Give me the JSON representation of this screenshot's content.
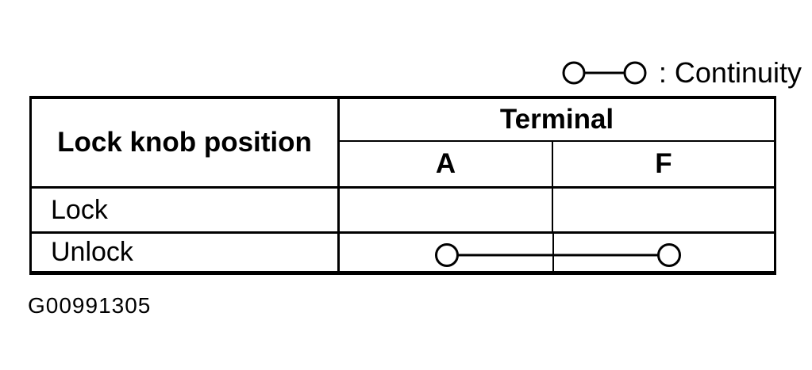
{
  "page": {
    "background": "#ffffff",
    "ink_color": "#000000",
    "kind": "service-manual continuity table scan"
  },
  "legend": {
    "symbol_icon": "continuity-symbol",
    "label": ": Continuity"
  },
  "table": {
    "row_header_column": "Lock knob position",
    "terminal_group_header": "Terminal",
    "terminal_columns": [
      "A",
      "F"
    ],
    "rows": [
      {
        "position": "Lock",
        "continuity_between": []
      },
      {
        "position": "Unlock",
        "continuity_between": [
          "A",
          "F"
        ]
      }
    ]
  },
  "figure_id": "G00991305"
}
